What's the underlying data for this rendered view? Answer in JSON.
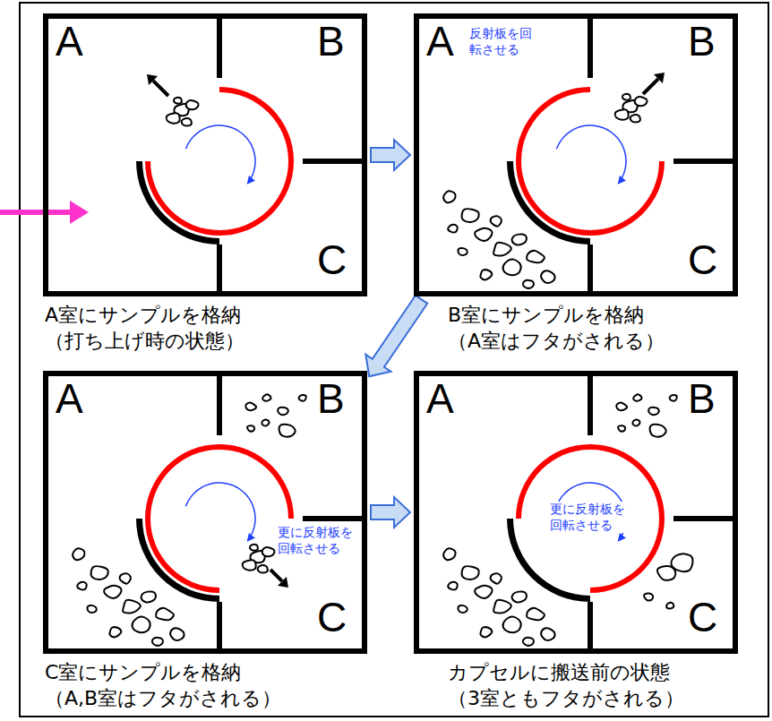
{
  "diagram": {
    "nodes": [
      {
        "text": [
          "A",
          "B",
          "C",
          "A室にサンプルを格納 （打ち上げ時の状態）"
        ]
      },
      {
        "text": [
          "A",
          "B",
          "C",
          "反射板を回転させる",
          "B室にサンプルを格納 （A室はフタがされる）"
        ]
      },
      {
        "text": [
          "A",
          "B",
          "C",
          "更に反射板を回転させる",
          "C室にサンプルを格納 （A,B室はフタがされる）"
        ]
      },
      {
        "text": [
          "A",
          "B",
          "C",
          "更に反射板を回転させる",
          "カプセルに搬送前の状態 （3室ともフタがされる）"
        ]
      }
    ],
    "edges": [
      {
        "from": 0,
        "to": 1,
        "arrow": "to"
      },
      {
        "from": 1,
        "to": 2,
        "arrow": "to"
      },
      {
        "from": 2,
        "to": 3,
        "arrow": "to"
      }
    ]
  }
}
